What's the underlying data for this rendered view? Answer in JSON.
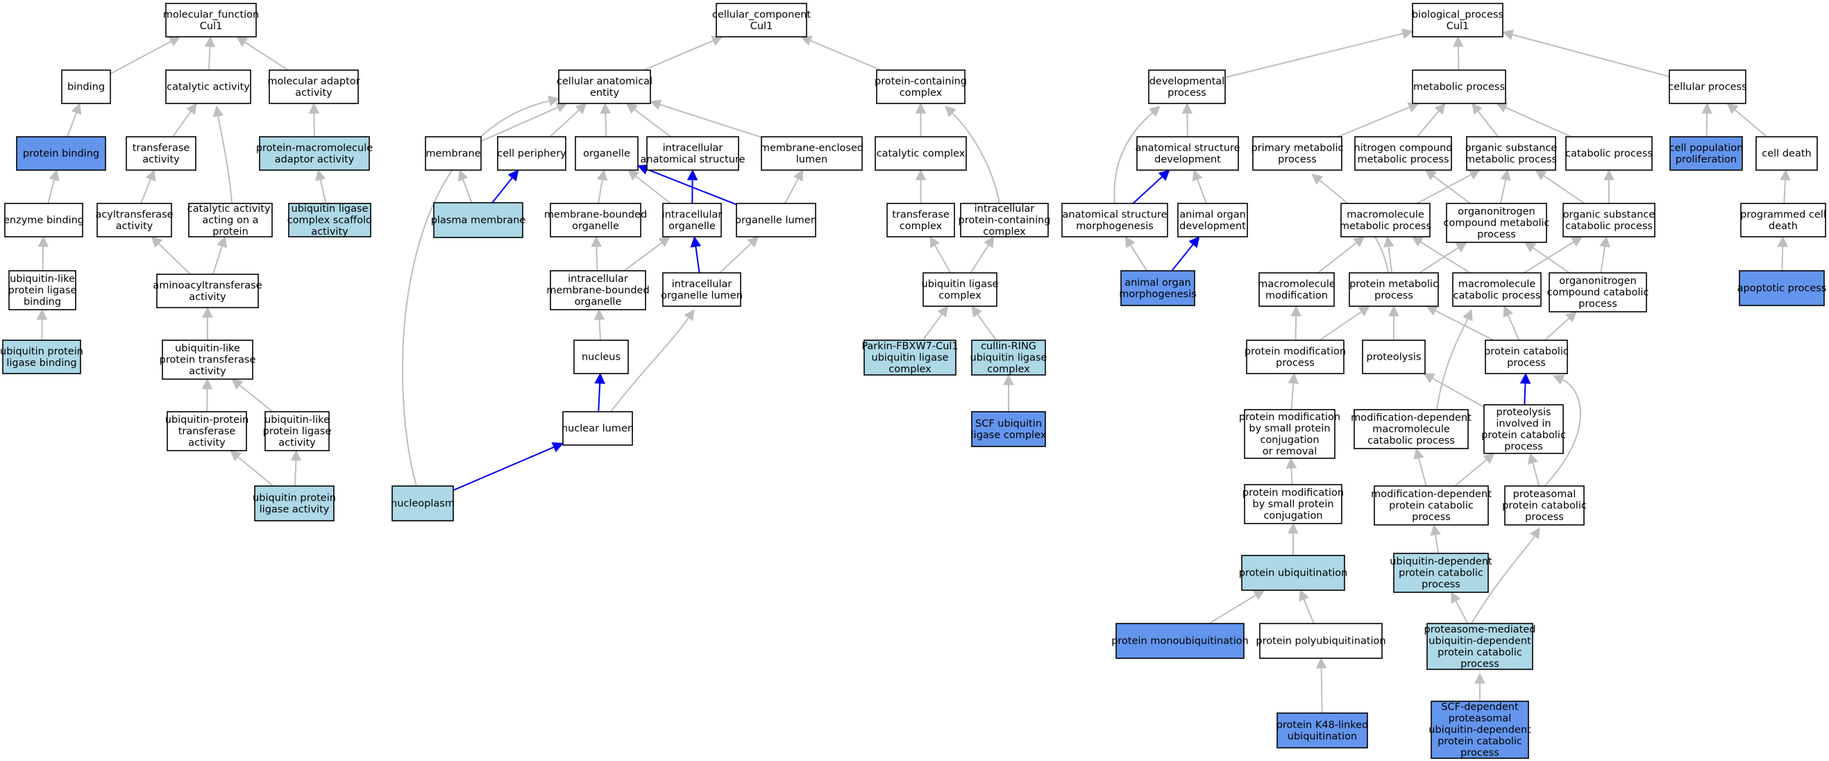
{
  "colors": {
    "default_fill": "#ffffff",
    "seed_fill": "#6495ed",
    "shared_fill": "#add8e6",
    "edge_grey": "#bebebe",
    "edge_blue": "#0000ee"
  },
  "nodes": [
    {
      "id": "mf_root",
      "lines": [
        "molecular_function",
        "Cul1"
      ],
      "fill": "white"
    },
    {
      "id": "binding",
      "lines": [
        "binding"
      ],
      "fill": "white"
    },
    {
      "id": "catalytic",
      "lines": [
        "catalytic activity"
      ],
      "fill": "white"
    },
    {
      "id": "mol_adaptor",
      "lines": [
        "molecular adaptor",
        "activity"
      ],
      "fill": "white"
    },
    {
      "id": "protein_binding",
      "lines": [
        "protein binding"
      ],
      "fill": "seed"
    },
    {
      "id": "transferase",
      "lines": [
        "transferase",
        "activity"
      ],
      "fill": "white"
    },
    {
      "id": "pm_adaptor",
      "lines": [
        "protein-macromolecule",
        "adaptor activity"
      ],
      "fill": "shared"
    },
    {
      "id": "enzyme_binding",
      "lines": [
        "enzyme binding"
      ],
      "fill": "white"
    },
    {
      "id": "acyltransferase",
      "lines": [
        "acyltransferase",
        "activity"
      ],
      "fill": "white"
    },
    {
      "id": "cat_on_protein",
      "lines": [
        "catalytic activity,",
        "acting on a",
        "protein"
      ],
      "fill": "white"
    },
    {
      "id": "ul_scaffold",
      "lines": [
        "ubiquitin ligase",
        "complex scaffold",
        "activity"
      ],
      "fill": "shared"
    },
    {
      "id": "ubl_binding",
      "lines": [
        "ubiquitin-like",
        "protein ligase",
        "binding"
      ],
      "fill": "white"
    },
    {
      "id": "aminoacyl",
      "lines": [
        "aminoacyltransferase",
        "activity"
      ],
      "fill": "white"
    },
    {
      "id": "ubpl_binding",
      "lines": [
        "ubiquitin protein",
        "ligase binding"
      ],
      "fill": "shared"
    },
    {
      "id": "ubl_transferase",
      "lines": [
        "ubiquitin-like",
        "protein transferase",
        "activity"
      ],
      "fill": "white"
    },
    {
      "id": "ub_transferase",
      "lines": [
        "ubiquitin-protein",
        "transferase",
        "activity"
      ],
      "fill": "white"
    },
    {
      "id": "ubl_ligase",
      "lines": [
        "ubiquitin-like",
        "protein ligase",
        "activity"
      ],
      "fill": "white"
    },
    {
      "id": "ubpl_activity",
      "lines": [
        "ubiquitin protein",
        "ligase activity"
      ],
      "fill": "shared"
    },
    {
      "id": "cc_root",
      "lines": [
        "cellular_component",
        "Cul1"
      ],
      "fill": "white"
    },
    {
      "id": "cae",
      "lines": [
        "cellular anatomical",
        "entity"
      ],
      "fill": "white"
    },
    {
      "id": "pcc",
      "lines": [
        "protein-containing",
        "complex"
      ],
      "fill": "white"
    },
    {
      "id": "membrane",
      "lines": [
        "membrane"
      ],
      "fill": "white"
    },
    {
      "id": "periphery",
      "lines": [
        "cell periphery"
      ],
      "fill": "white"
    },
    {
      "id": "organelle",
      "lines": [
        "organelle"
      ],
      "fill": "white"
    },
    {
      "id": "ias",
      "lines": [
        "intracellular",
        "anatomical structure"
      ],
      "fill": "white"
    },
    {
      "id": "mel",
      "lines": [
        "membrane-enclosed",
        "lumen"
      ],
      "fill": "white"
    },
    {
      "id": "cat_complex",
      "lines": [
        "catalytic complex"
      ],
      "fill": "white"
    },
    {
      "id": "plasma",
      "lines": [
        "plasma membrane"
      ],
      "fill": "shared"
    },
    {
      "id": "mbo",
      "lines": [
        "membrane-bounded",
        "organelle"
      ],
      "fill": "white"
    },
    {
      "id": "ic_org",
      "lines": [
        "intracellular",
        "organelle"
      ],
      "fill": "white"
    },
    {
      "id": "org_lumen",
      "lines": [
        "organelle lumen"
      ],
      "fill": "white"
    },
    {
      "id": "tf_complex",
      "lines": [
        "transferase",
        "complex"
      ],
      "fill": "white"
    },
    {
      "id": "ipcc",
      "lines": [
        "intracellular",
        "protein-containing",
        "complex"
      ],
      "fill": "white"
    },
    {
      "id": "imbo",
      "lines": [
        "intracellular",
        "membrane-bounded",
        "organelle"
      ],
      "fill": "white"
    },
    {
      "id": "iol",
      "lines": [
        "intracellular",
        "organelle lumen"
      ],
      "fill": "white"
    },
    {
      "id": "ulc",
      "lines": [
        "ubiquitin ligase",
        "complex"
      ],
      "fill": "white"
    },
    {
      "id": "nucleus",
      "lines": [
        "nucleus"
      ],
      "fill": "white"
    },
    {
      "id": "parkin",
      "lines": [
        "Parkin-FBXW7-Cul1",
        "ubiquitin ligase",
        "complex"
      ],
      "fill": "shared"
    },
    {
      "id": "crul",
      "lines": [
        "cullin-RING",
        "ubiquitin ligase",
        "complex"
      ],
      "fill": "shared"
    },
    {
      "id": "nuc_lumen",
      "lines": [
        "nuclear lumen"
      ],
      "fill": "white"
    },
    {
      "id": "scf",
      "lines": [
        "SCF ubiquitin",
        "ligase complex"
      ],
      "fill": "seed"
    },
    {
      "id": "nucleoplasm",
      "lines": [
        "nucleoplasm"
      ],
      "fill": "shared"
    },
    {
      "id": "bp_root",
      "lines": [
        "biological_process",
        "Cul1"
      ],
      "fill": "white"
    },
    {
      "id": "dev_proc",
      "lines": [
        "developmental",
        "process"
      ],
      "fill": "white"
    },
    {
      "id": "met_proc",
      "lines": [
        "metabolic process"
      ],
      "fill": "white"
    },
    {
      "id": "cell_proc",
      "lines": [
        "cellular process"
      ],
      "fill": "white"
    },
    {
      "id": "asd",
      "lines": [
        "anatomical structure",
        "development"
      ],
      "fill": "white"
    },
    {
      "id": "pmp",
      "lines": [
        "primary metabolic",
        "process"
      ],
      "fill": "white"
    },
    {
      "id": "ncmp",
      "lines": [
        "nitrogen compound",
        "metabolic process"
      ],
      "fill": "white"
    },
    {
      "id": "osmp",
      "lines": [
        "organic substance",
        "metabolic process"
      ],
      "fill": "white"
    },
    {
      "id": "catab",
      "lines": [
        "catabolic process"
      ],
      "fill": "white"
    },
    {
      "id": "cpp",
      "lines": [
        "cell population",
        "proliferation"
      ],
      "fill": "seed"
    },
    {
      "id": "cell_death",
      "lines": [
        "cell death"
      ],
      "fill": "white"
    },
    {
      "id": "asm",
      "lines": [
        "anatomical structure",
        "morphogenesis"
      ],
      "fill": "white"
    },
    {
      "id": "aod",
      "lines": [
        "animal organ",
        "development"
      ],
      "fill": "white"
    },
    {
      "id": "mmp",
      "lines": [
        "macromolecule",
        "metabolic process"
      ],
      "fill": "white"
    },
    {
      "id": "oncmp",
      "lines": [
        "organonitrogen",
        "compound metabolic",
        "process"
      ],
      "fill": "white"
    },
    {
      "id": "oscp",
      "lines": [
        "organic substance",
        "catabolic process"
      ],
      "fill": "white"
    },
    {
      "id": "pcd",
      "lines": [
        "programmed cell",
        "death"
      ],
      "fill": "white"
    },
    {
      "id": "aom",
      "lines": [
        "animal organ",
        "morphogenesis"
      ],
      "fill": "seed"
    },
    {
      "id": "mm_mod",
      "lines": [
        "macromolecule",
        "modification"
      ],
      "fill": "white"
    },
    {
      "id": "prot_met",
      "lines": [
        "protein metabolic",
        "process"
      ],
      "fill": "white"
    },
    {
      "id": "mm_cat",
      "lines": [
        "macromolecule",
        "catabolic process"
      ],
      "fill": "white"
    },
    {
      "id": "onc_cat",
      "lines": [
        "organonitrogen",
        "compound catabolic",
        "process"
      ],
      "fill": "white"
    },
    {
      "id": "apoptotic",
      "lines": [
        "apoptotic process"
      ],
      "fill": "seed"
    },
    {
      "id": "pmp2",
      "lines": [
        "protein modification",
        "process"
      ],
      "fill": "white"
    },
    {
      "id": "proteolysis",
      "lines": [
        "proteolysis"
      ],
      "fill": "white"
    },
    {
      "id": "pcp",
      "lines": [
        "protein catabolic",
        "process"
      ],
      "fill": "white"
    },
    {
      "id": "pm_spc_rem",
      "lines": [
        "protein modification",
        "by small protein",
        "conjugation",
        "or removal"
      ],
      "fill": "white"
    },
    {
      "id": "mod_mm_cat",
      "lines": [
        "modification-dependent",
        "macromolecule",
        "catabolic process"
      ],
      "fill": "white"
    },
    {
      "id": "prot_in_pcp",
      "lines": [
        "proteolysis",
        "involved in",
        "protein catabolic",
        "process"
      ],
      "fill": "white"
    },
    {
      "id": "pm_spc",
      "lines": [
        "protein modification",
        "by small protein",
        "conjugation"
      ],
      "fill": "white"
    },
    {
      "id": "mod_pcp",
      "lines": [
        "modification-dependent",
        "protein catabolic",
        "process"
      ],
      "fill": "white"
    },
    {
      "id": "prot_pcp",
      "lines": [
        "proteasomal",
        "protein catabolic",
        "process"
      ],
      "fill": "white"
    },
    {
      "id": "prot_ub",
      "lines": [
        "protein ubiquitination"
      ],
      "fill": "shared"
    },
    {
      "id": "ub_pcp",
      "lines": [
        "ubiquitin-dependent",
        "protein catabolic",
        "process"
      ],
      "fill": "shared"
    },
    {
      "id": "mono_ub",
      "lines": [
        "protein monoubiquitination"
      ],
      "fill": "seed"
    },
    {
      "id": "poly_ub",
      "lines": [
        "protein polyubiquitination"
      ],
      "fill": "white"
    },
    {
      "id": "pm_ub_pcp",
      "lines": [
        "proteasome-mediated",
        "ubiquitin-dependent",
        "protein catabolic",
        "process"
      ],
      "fill": "shared"
    },
    {
      "id": "k48",
      "lines": [
        "protein K48-linked",
        "ubiquitination"
      ],
      "fill": "seed"
    },
    {
      "id": "scf_pcp",
      "lines": [
        "SCF-dependent",
        "proteasomal",
        "ubiquitin-dependent",
        "protein catabolic",
        "process"
      ],
      "fill": "seed"
    }
  ],
  "edges": [
    {
      "from": "binding",
      "to": "mf_root",
      "color": "grey"
    },
    {
      "from": "catalytic",
      "to": "mf_root",
      "color": "grey"
    },
    {
      "from": "mol_adaptor",
      "to": "mf_root",
      "color": "grey"
    },
    {
      "from": "protein_binding",
      "to": "binding",
      "color": "grey"
    },
    {
      "from": "transferase",
      "to": "catalytic",
      "color": "grey"
    },
    {
      "from": "cat_on_protein",
      "to": "catalytic",
      "color": "grey"
    },
    {
      "from": "pm_adaptor",
      "to": "mol_adaptor",
      "color": "grey"
    },
    {
      "from": "enzyme_binding",
      "to": "protein_binding",
      "color": "grey"
    },
    {
      "from": "acyltransferase",
      "to": "transferase",
      "color": "grey"
    },
    {
      "from": "ul_scaffold",
      "to": "pm_adaptor",
      "color": "grey"
    },
    {
      "from": "ubl_binding",
      "to": "enzyme_binding",
      "color": "grey"
    },
    {
      "from": "aminoacyl",
      "to": "acyltransferase",
      "color": "grey"
    },
    {
      "from": "aminoacyl",
      "to": "cat_on_protein",
      "color": "grey"
    },
    {
      "from": "ubpl_binding",
      "to": "ubl_binding",
      "color": "grey"
    },
    {
      "from": "ubl_transferase",
      "to": "aminoacyl",
      "color": "grey"
    },
    {
      "from": "ub_transferase",
      "to": "ubl_transferase",
      "color": "grey"
    },
    {
      "from": "ubl_ligase",
      "to": "ubl_transferase",
      "color": "grey"
    },
    {
      "from": "ubpl_activity",
      "to": "ub_transferase",
      "color": "grey"
    },
    {
      "from": "ubpl_activity",
      "to": "ubl_ligase",
      "color": "grey"
    },
    {
      "from": "cae",
      "to": "cc_root",
      "color": "grey"
    },
    {
      "from": "pcc",
      "to": "cc_root",
      "color": "grey"
    },
    {
      "from": "membrane",
      "to": "cae",
      "color": "grey"
    },
    {
      "from": "periphery",
      "to": "cae",
      "color": "grey"
    },
    {
      "from": "organelle",
      "to": "cae",
      "color": "grey"
    },
    {
      "from": "ias",
      "to": "cae",
      "color": "grey"
    },
    {
      "from": "mel",
      "to": "cae",
      "color": "grey"
    },
    {
      "from": "nucleoplasm",
      "to": "cae",
      "color": "grey"
    },
    {
      "from": "cat_complex",
      "to": "pcc",
      "color": "grey"
    },
    {
      "from": "ipcc",
      "to": "pcc",
      "color": "grey"
    },
    {
      "from": "plasma",
      "to": "membrane",
      "color": "grey"
    },
    {
      "from": "plasma",
      "to": "periphery",
      "color": "blue"
    },
    {
      "from": "mbo",
      "to": "organelle",
      "color": "grey"
    },
    {
      "from": "ic_org",
      "to": "organelle",
      "color": "grey"
    },
    {
      "from": "org_lumen",
      "to": "organelle",
      "color": "blue"
    },
    {
      "from": "ic_org",
      "to": "ias",
      "color": "blue"
    },
    {
      "from": "org_lumen",
      "to": "mel",
      "color": "grey"
    },
    {
      "from": "tf_complex",
      "to": "cat_complex",
      "color": "grey"
    },
    {
      "from": "imbo",
      "to": "mbo",
      "color": "grey"
    },
    {
      "from": "imbo",
      "to": "ic_org",
      "color": "grey"
    },
    {
      "from": "iol",
      "to": "ic_org",
      "color": "blue"
    },
    {
      "from": "iol",
      "to": "org_lumen",
      "color": "grey"
    },
    {
      "from": "ulc",
      "to": "tf_complex",
      "color": "grey"
    },
    {
      "from": "ulc",
      "to": "ipcc",
      "color": "grey"
    },
    {
      "from": "nucleus",
      "to": "imbo",
      "color": "grey"
    },
    {
      "from": "nuc_lumen",
      "to": "nucleus",
      "color": "blue"
    },
    {
      "from": "nuc_lumen",
      "to": "iol",
      "color": "grey"
    },
    {
      "from": "parkin",
      "to": "ulc",
      "color": "grey"
    },
    {
      "from": "crul",
      "to": "ulc",
      "color": "grey"
    },
    {
      "from": "scf",
      "to": "crul",
      "color": "grey"
    },
    {
      "from": "nucleoplasm",
      "to": "nuc_lumen",
      "color": "blue"
    },
    {
      "from": "dev_proc",
      "to": "bp_root",
      "color": "grey"
    },
    {
      "from": "met_proc",
      "to": "bp_root",
      "color": "grey"
    },
    {
      "from": "cell_proc",
      "to": "bp_root",
      "color": "grey"
    },
    {
      "from": "asd",
      "to": "dev_proc",
      "color": "grey"
    },
    {
      "from": "asm",
      "to": "dev_proc",
      "color": "grey"
    },
    {
      "from": "pmp",
      "to": "met_proc",
      "color": "grey"
    },
    {
      "from": "ncmp",
      "to": "met_proc",
      "color": "grey"
    },
    {
      "from": "osmp",
      "to": "met_proc",
      "color": "grey"
    },
    {
      "from": "catab",
      "to": "met_proc",
      "color": "grey"
    },
    {
      "from": "cpp",
      "to": "cell_proc",
      "color": "grey"
    },
    {
      "from": "cell_death",
      "to": "cell_proc",
      "color": "grey"
    },
    {
      "from": "asm",
      "to": "asd",
      "color": "blue"
    },
    {
      "from": "aod",
      "to": "asd",
      "color": "grey"
    },
    {
      "from": "mmp",
      "to": "osmp",
      "color": "grey"
    },
    {
      "from": "oncmp",
      "to": "osmp",
      "color": "grey"
    },
    {
      "from": "oscp",
      "to": "osmp",
      "color": "grey"
    },
    {
      "from": "oncmp",
      "to": "ncmp",
      "color": "grey"
    },
    {
      "from": "oscp",
      "to": "catab",
      "color": "grey"
    },
    {
      "from": "pcd",
      "to": "cell_death",
      "color": "grey"
    },
    {
      "from": "aom",
      "to": "asm",
      "color": "grey"
    },
    {
      "from": "aom",
      "to": "aod",
      "color": "blue"
    },
    {
      "from": "mm_mod",
      "to": "mmp",
      "color": "grey"
    },
    {
      "from": "prot_met",
      "to": "mmp",
      "color": "grey"
    },
    {
      "from": "prot_met",
      "to": "pmp",
      "color": "grey"
    },
    {
      "from": "prot_met",
      "to": "oncmp",
      "color": "grey"
    },
    {
      "from": "mm_cat",
      "to": "mmp",
      "color": "grey"
    },
    {
      "from": "mm_cat",
      "to": "oscp",
      "color": "grey"
    },
    {
      "from": "onc_cat",
      "to": "oncmp",
      "color": "grey"
    },
    {
      "from": "onc_cat",
      "to": "oscp",
      "color": "grey"
    },
    {
      "from": "apoptotic",
      "to": "pcd",
      "color": "grey"
    },
    {
      "from": "pmp2",
      "to": "mm_mod",
      "color": "grey"
    },
    {
      "from": "pmp2",
      "to": "prot_met",
      "color": "grey"
    },
    {
      "from": "proteolysis",
      "to": "prot_met",
      "color": "grey"
    },
    {
      "from": "pcp",
      "to": "prot_met",
      "color": "grey"
    },
    {
      "from": "pcp",
      "to": "mm_cat",
      "color": "grey"
    },
    {
      "from": "pcp",
      "to": "onc_cat",
      "color": "grey"
    },
    {
      "from": "pm_spc_rem",
      "to": "pmp2",
      "color": "grey"
    },
    {
      "from": "mod_mm_cat",
      "to": "mm_cat",
      "color": "grey"
    },
    {
      "from": "prot_in_pcp",
      "to": "pcp",
      "color": "blue"
    },
    {
      "from": "prot_in_pcp",
      "to": "proteolysis",
      "color": "grey"
    },
    {
      "from": "pm_spc",
      "to": "pm_spc_rem",
      "color": "grey"
    },
    {
      "from": "mod_pcp",
      "to": "mod_mm_cat",
      "color": "grey"
    },
    {
      "from": "mod_pcp",
      "to": "prot_in_pcp",
      "color": "grey"
    },
    {
      "from": "prot_pcp",
      "to": "prot_in_pcp",
      "color": "grey"
    },
    {
      "from": "prot_pcp",
      "to": "pcp",
      "color": "grey"
    },
    {
      "from": "prot_ub",
      "to": "pm_spc",
      "color": "grey"
    },
    {
      "from": "ub_pcp",
      "to": "mod_pcp",
      "color": "grey"
    },
    {
      "from": "mono_ub",
      "to": "prot_ub",
      "color": "grey"
    },
    {
      "from": "poly_ub",
      "to": "prot_ub",
      "color": "grey"
    },
    {
      "from": "pm_ub_pcp",
      "to": "ub_pcp",
      "color": "grey"
    },
    {
      "from": "pm_ub_pcp",
      "to": "prot_pcp",
      "color": "grey"
    },
    {
      "from": "k48",
      "to": "poly_ub",
      "color": "grey"
    },
    {
      "from": "scf_pcp",
      "to": "pm_ub_pcp",
      "color": "grey"
    }
  ]
}
